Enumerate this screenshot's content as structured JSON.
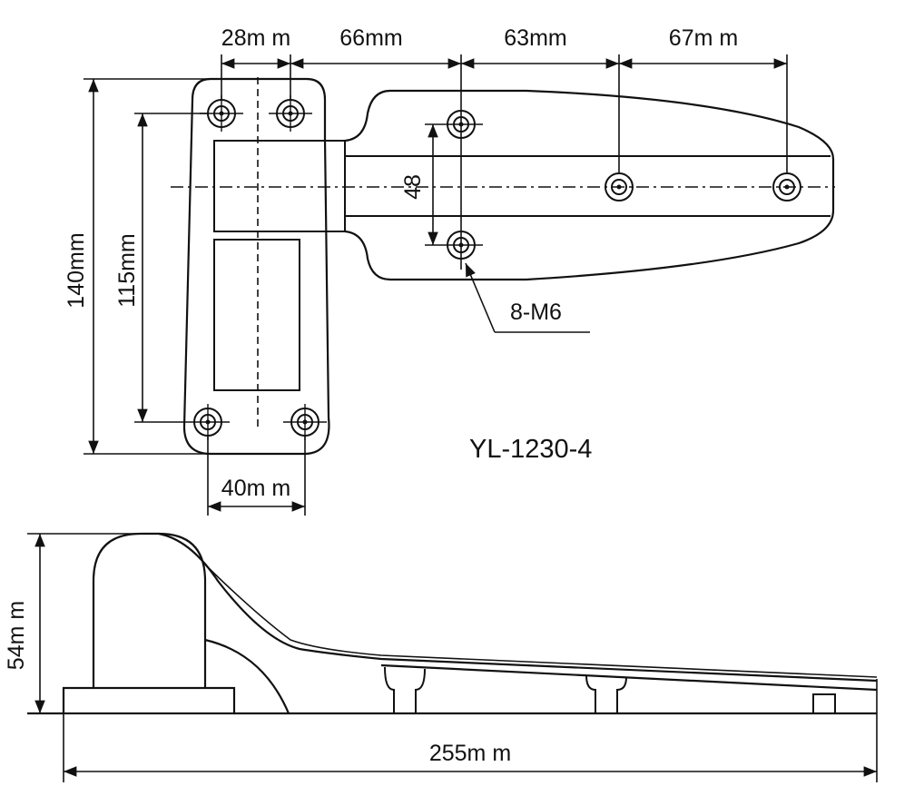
{
  "top_view": {
    "dims": {
      "d28": "28m m",
      "d66": "66mm",
      "d63": "63mm",
      "d67": "67m m",
      "d140": "140mm",
      "d115": "115mm",
      "d48": "48",
      "d40": "40m m"
    },
    "hole_callout": "8-M6",
    "model": "YL-1230-4"
  },
  "side_view": {
    "dims": {
      "d54": "54m m",
      "d255": "255m m"
    }
  }
}
